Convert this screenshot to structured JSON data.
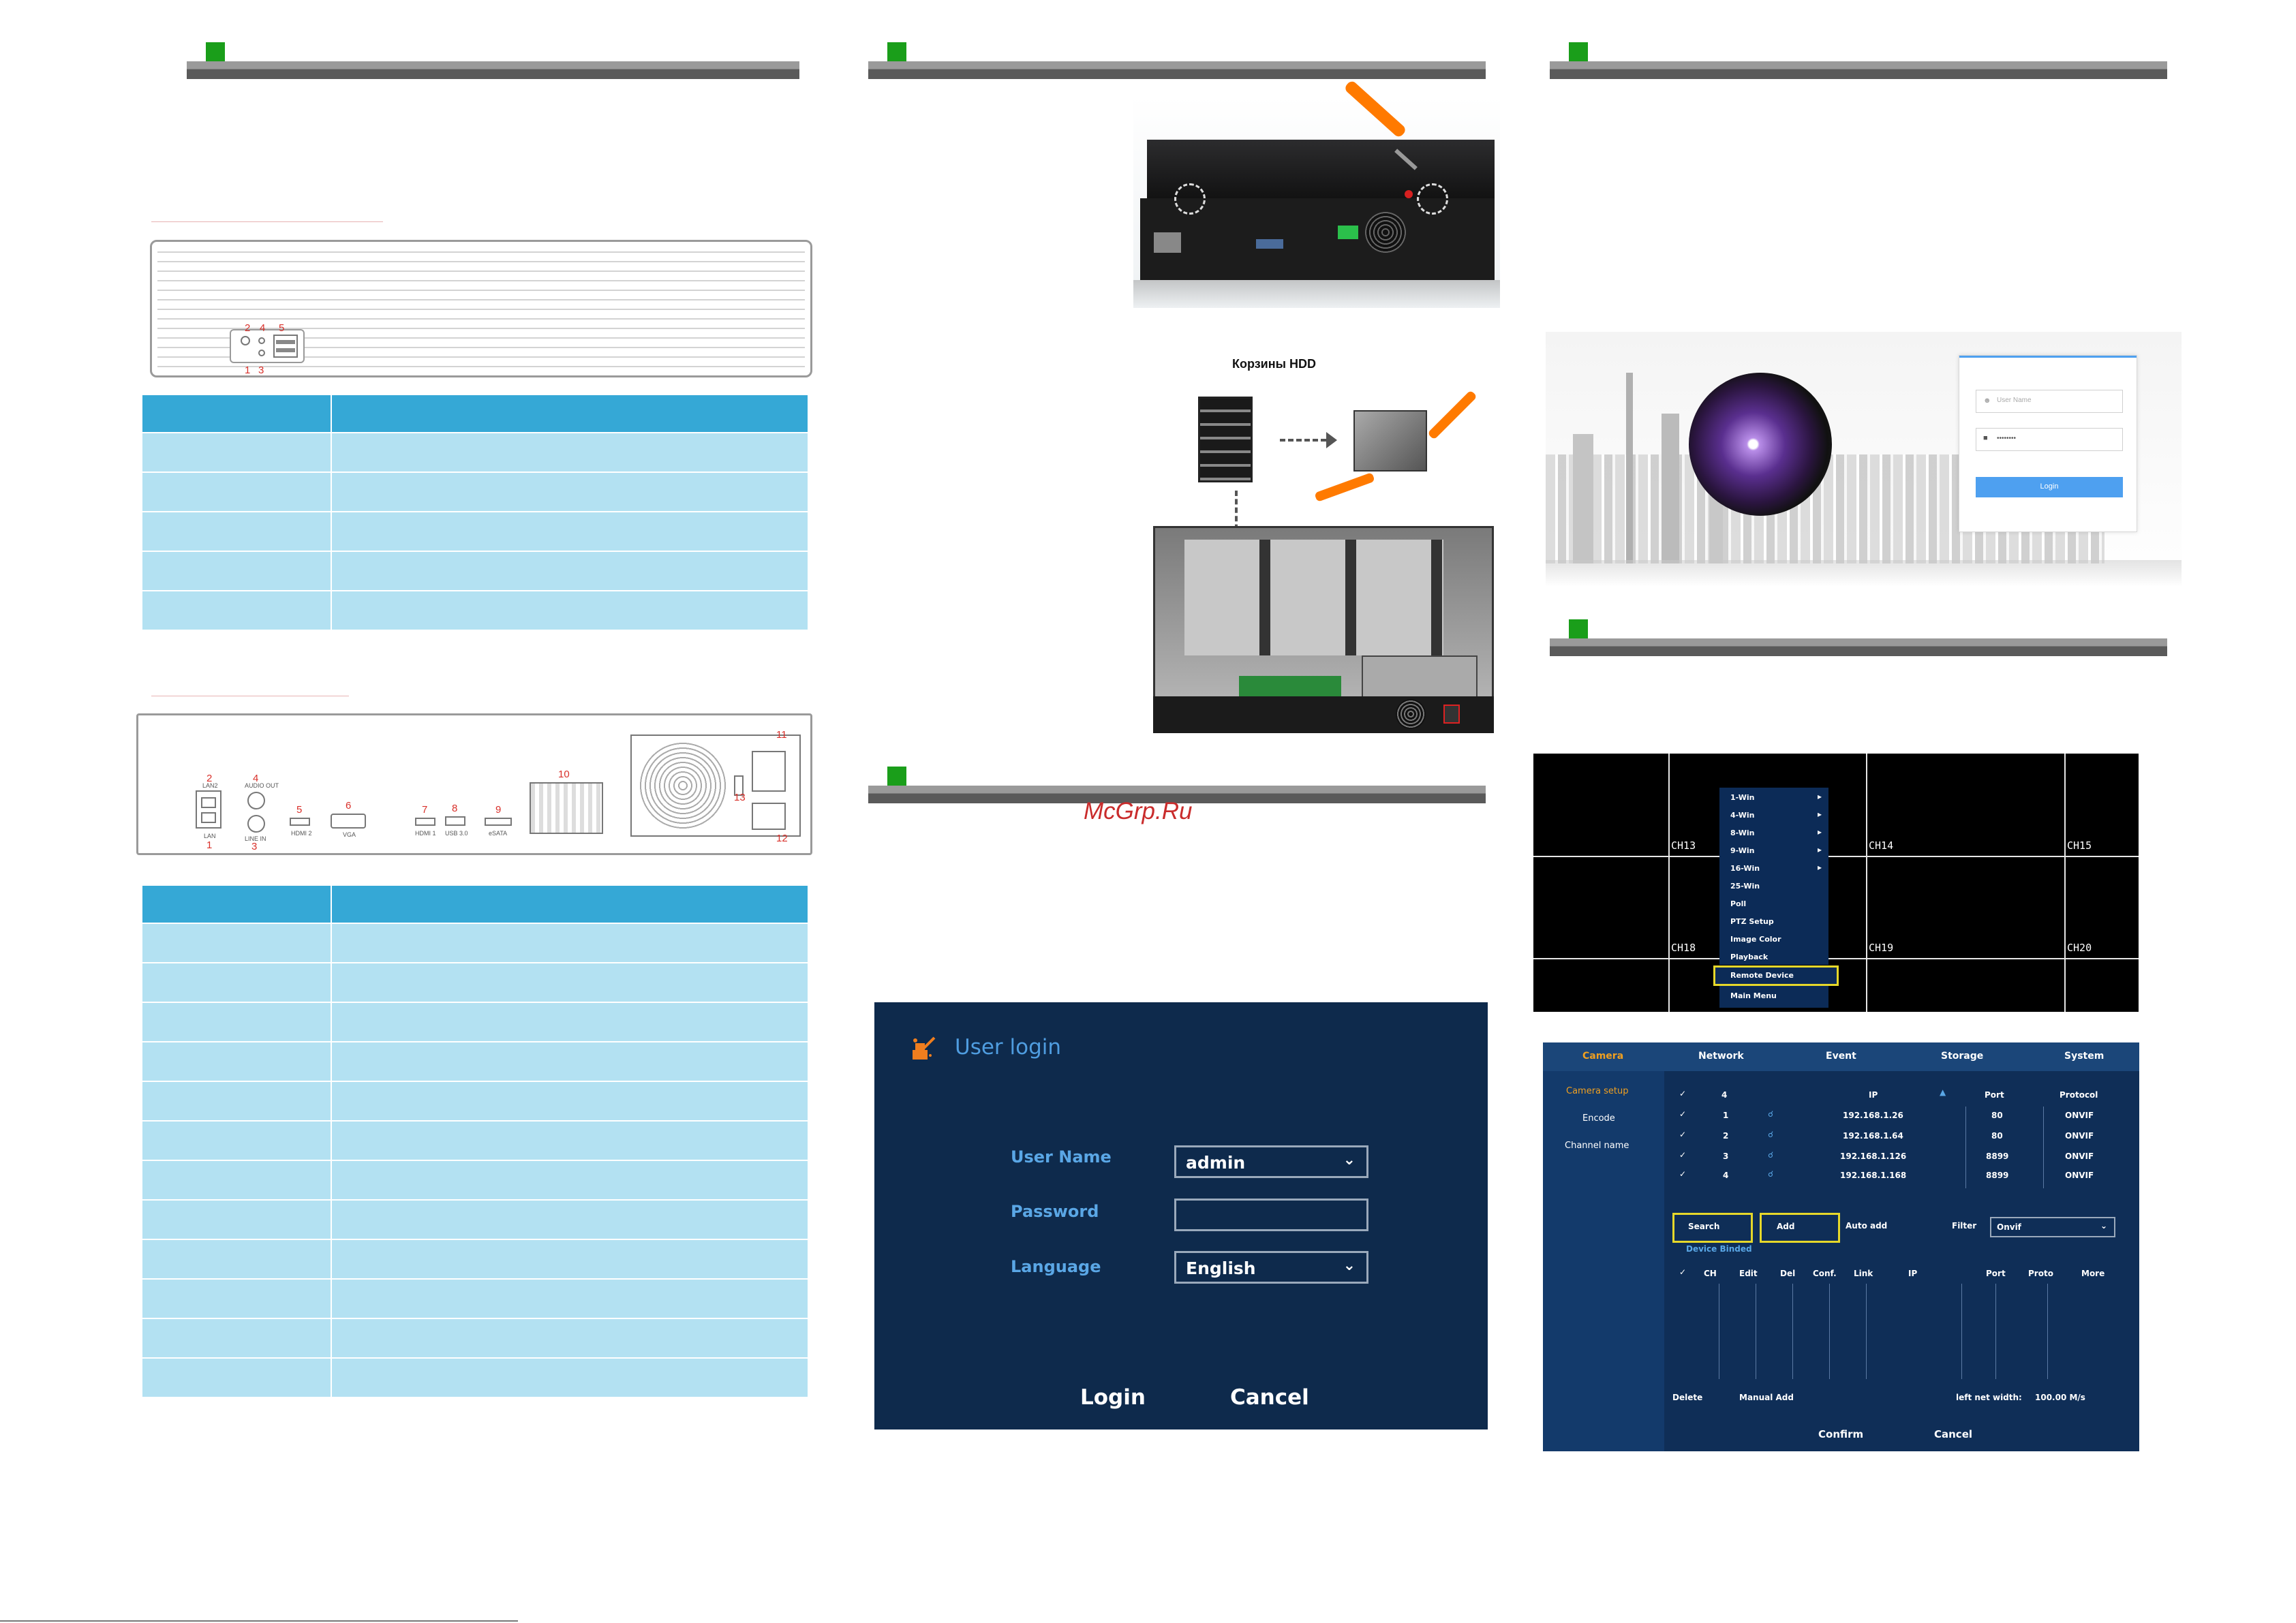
{
  "watermark": "McGrp.Ru",
  "hdd_caption": "Корзины HDD",
  "front_panel": {
    "numbers": [
      "2",
      "4",
      "5",
      "1",
      "3"
    ]
  },
  "rear_panel": {
    "numbers": [
      "2",
      "4",
      "1",
      "3",
      "5",
      "6",
      "7",
      "8",
      "9",
      "10",
      "11",
      "13",
      "12"
    ],
    "labels": [
      "LAN2",
      "AUDIO OUT",
      "LAN",
      "LINE IN",
      "HDMI 2",
      "VGA",
      "HDMI 1",
      "USB 3.0",
      "eSATA"
    ]
  },
  "login_dialog": {
    "title": "User login",
    "username_label": "User Name",
    "username_value": "admin",
    "password_label": "Password",
    "password_value": "",
    "language_label": "Language",
    "language_value": "English",
    "login_button": "Login",
    "cancel_button": "Cancel"
  },
  "web_login": {
    "username_placeholder": "User Name",
    "password_value": "••••••••",
    "login_button": "Login"
  },
  "camera_grid": {
    "channels": [
      "CH13",
      "CH14",
      "CH15",
      "CH18",
      "CH19",
      "CH20"
    ],
    "menu": [
      "1-Win",
      "4-Win",
      "8-Win",
      "9-Win",
      "16-Win",
      "25-Win",
      "Poll",
      "PTZ Setup",
      "Image Color",
      "Playback",
      "Remote Device",
      "Main Menu"
    ],
    "menu_arrows": [
      "▸",
      "▸",
      "▸",
      "▸",
      "▸"
    ]
  },
  "remote_device": {
    "tabs": [
      "Camera",
      "Network",
      "Event",
      "Storage",
      "System"
    ],
    "side_items": [
      "Camera setup",
      "Encode",
      "Channel name"
    ],
    "columns": [
      "4",
      "IP",
      "Port",
      "Protocol"
    ],
    "rows": [
      {
        "num": "1",
        "ip": "192.168.1.26",
        "port": "80",
        "protocol": "ONVIF"
      },
      {
        "num": "2",
        "ip": "192.168.1.64",
        "port": "80",
        "protocol": "ONVIF"
      },
      {
        "num": "3",
        "ip": "192.168.1.126",
        "port": "8899",
        "protocol": "ONVIF"
      },
      {
        "num": "4",
        "ip": "192.168.1.168",
        "port": "8899",
        "protocol": "ONVIF"
      }
    ],
    "search_button": "Search",
    "add_button": "Add",
    "auto_add": "Auto add",
    "filter_label": "Filter",
    "filter_value": "Onvif",
    "device_binded": "Device Binded",
    "bound_columns": [
      "CH",
      "Edit",
      "Del",
      "Conf.",
      "Link",
      "IP",
      "Port",
      "Proto",
      "More"
    ],
    "delete_button": "Delete",
    "manual_add": "Manual Add",
    "net_width_label": "left net width:",
    "net_width_value": "100.00 M/s",
    "confirm_button": "Confirm",
    "cancel_button": "Cancel"
  },
  "colors": {
    "section_square": "#1a9e1a",
    "table_header": "#35a8d6",
    "table_row": "#b3e1f2",
    "dialog_bg": "#0e2a4c",
    "highlight": "#e6d82a"
  }
}
